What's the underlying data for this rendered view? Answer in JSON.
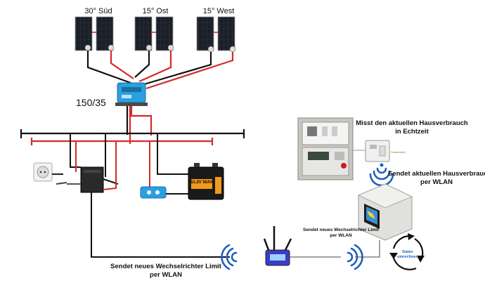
{
  "panels": {
    "south": "30° Süd",
    "east": "15° Ost",
    "west": "15° West"
  },
  "controller": {
    "label": "150/35"
  },
  "battery": {
    "label": "51.2V 50Ah"
  },
  "meter": {
    "title_line1": "Misst den aktuellen Hausverbrauch",
    "title_line2": "in Echtzeit",
    "sensor_tag": "Smartmeter"
  },
  "wifi_labels": {
    "house_line1": "Sendet aktuellen Hausverbrauch",
    "house_line2": "per WLAN",
    "device_line1": "Sendet neues Wechselrichter Limit",
    "device_line2": "per WLAN",
    "bottom_line1": "Sendet neues Wechselrichter Limit",
    "bottom_line2": "per WLAN"
  },
  "cycle": {
    "line1": "Daten",
    "line2": "umrechnen"
  },
  "colors": {
    "positive_wire": "#d42a2a",
    "negative_wire": "#111111",
    "wifi_blue": "#1f5fbf",
    "controller_blue": "#2aa0e0",
    "battery_orange": "#f29a1d"
  }
}
